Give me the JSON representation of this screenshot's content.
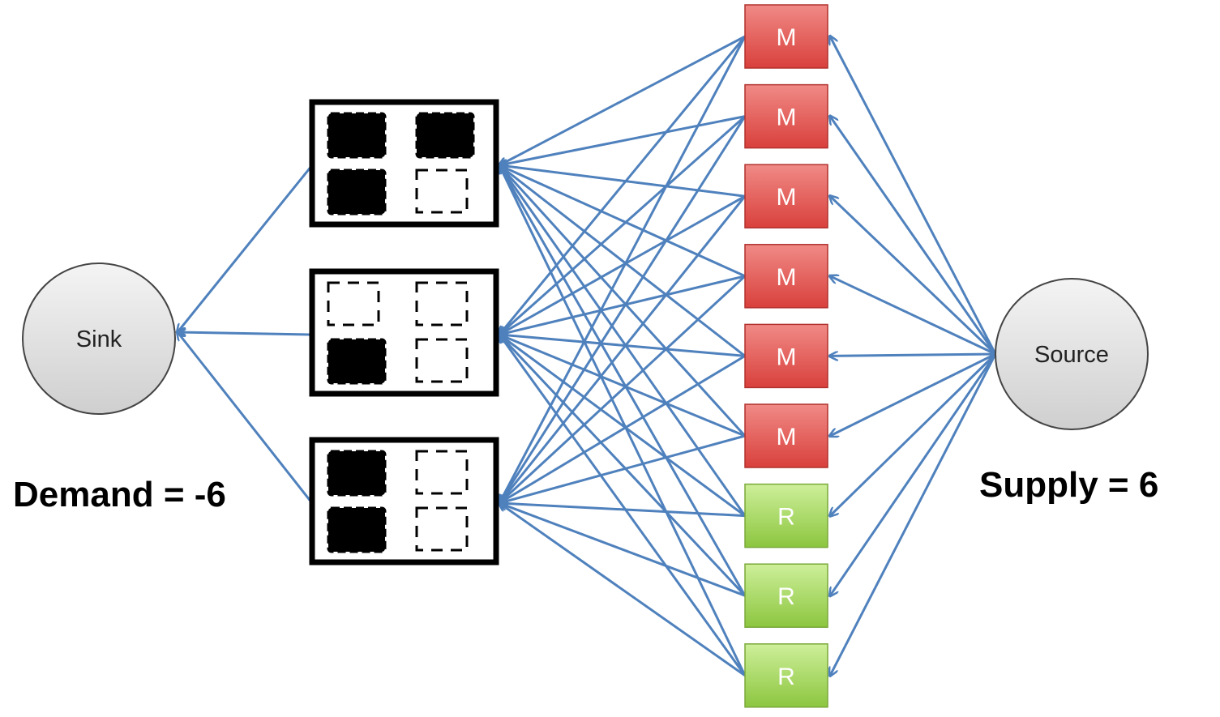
{
  "sink": {
    "label": "Sink"
  },
  "source": {
    "label": "Source"
  },
  "demand_label": "Demand = -6",
  "supply_label": "Supply = 6",
  "tasks": [
    {
      "label": "M",
      "kind": "map"
    },
    {
      "label": "M",
      "kind": "map"
    },
    {
      "label": "M",
      "kind": "map"
    },
    {
      "label": "M",
      "kind": "map"
    },
    {
      "label": "M",
      "kind": "map"
    },
    {
      "label": "M",
      "kind": "map"
    },
    {
      "label": "R",
      "kind": "reduce"
    },
    {
      "label": "R",
      "kind": "reduce"
    },
    {
      "label": "R",
      "kind": "reduce"
    }
  ],
  "machines": [
    {
      "slots": [
        "filled",
        "filled",
        "filled",
        "empty"
      ]
    },
    {
      "slots": [
        "empty",
        "empty",
        "filled",
        "empty"
      ]
    },
    {
      "slots": [
        "filled",
        "empty",
        "filled",
        "empty"
      ]
    }
  ],
  "colors": {
    "edge": "#4f81bd",
    "map_fill": "#e0504d",
    "reduce_fill": "#9bd04a",
    "circle_fill": "#e6e6e6"
  }
}
